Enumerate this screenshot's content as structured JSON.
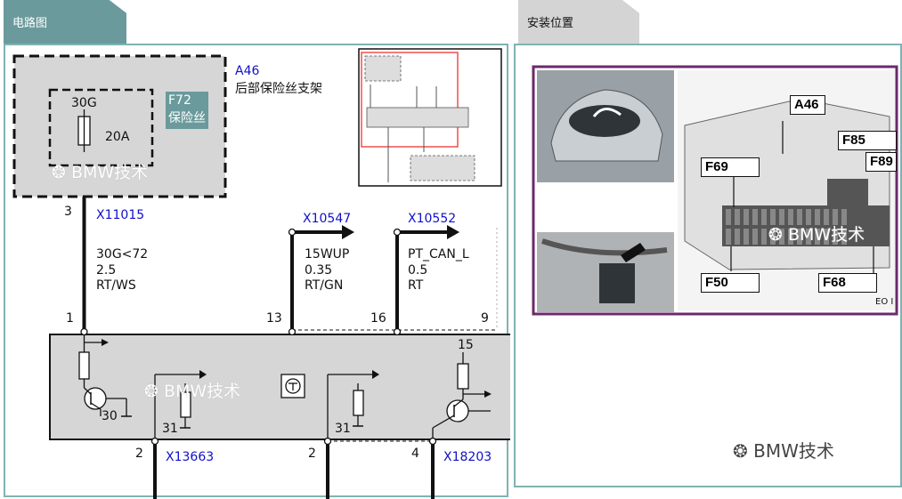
{
  "tabs": {
    "left": "电路图",
    "right": "安装位置"
  },
  "component": {
    "id": "A46",
    "name": "后部保险丝支架",
    "fuse_id": "F72",
    "fuse_name": "保险丝",
    "terminal": "30G",
    "rating": "20A"
  },
  "wires": [
    {
      "connector": "X11015",
      "pin": "3",
      "signal": "30G<72",
      "gauge": "2.5",
      "color": "RT/WS",
      "bottom_pin": "1"
    },
    {
      "connector": "X10547",
      "signal": "15WUP",
      "gauge": "0.35",
      "color": "RT/GN",
      "bottom_pin": "13"
    },
    {
      "connector": "X10552",
      "signal": "PT_CAN_L",
      "gauge": "0.5",
      "color": "RT",
      "bottom_pin": "16"
    }
  ],
  "extra_pin": "9",
  "module": {
    "label_30": "30",
    "label_31a": "31",
    "label_31b": "31",
    "label_15": "15"
  },
  "lower": [
    {
      "pin": "2",
      "connector": "X13663"
    },
    {
      "pin": "2"
    },
    {
      "pin": "4",
      "connector": "X18203"
    }
  ],
  "location": {
    "labels": [
      "A46",
      "F85",
      "F89",
      "F69",
      "F50",
      "F68"
    ],
    "footer": "EO I"
  },
  "watermark": "BMW技术"
}
